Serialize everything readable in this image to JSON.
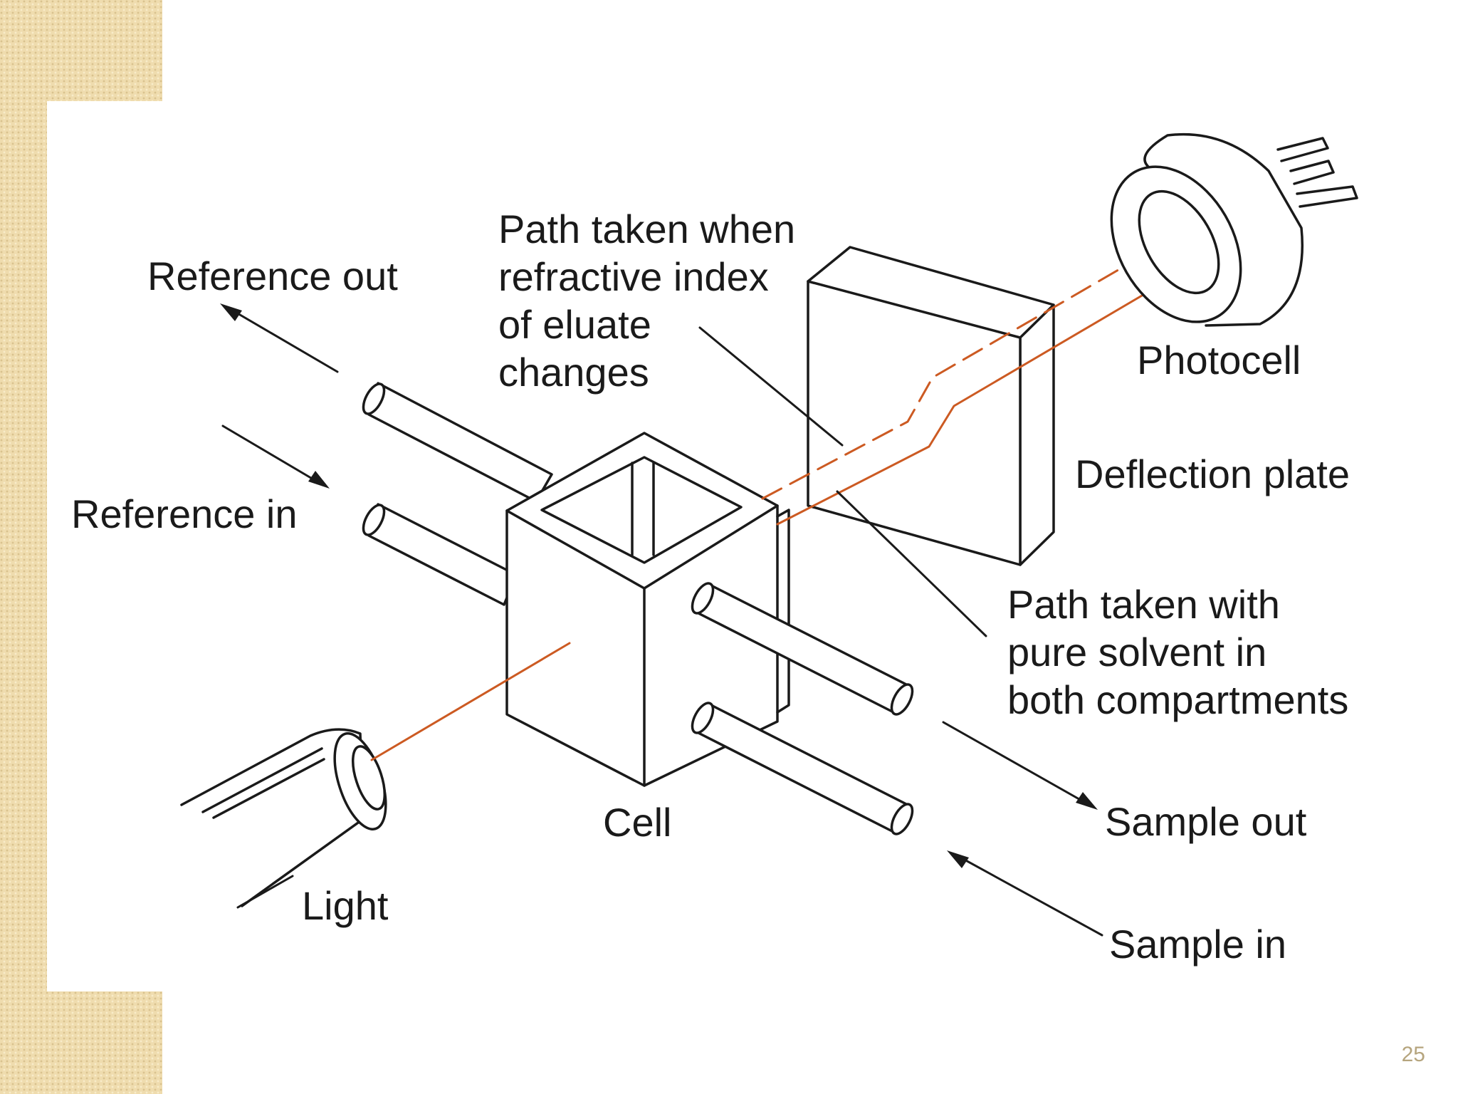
{
  "slide": {
    "number": "25"
  },
  "colors": {
    "background": "#ffffff",
    "texture": "#efdcae",
    "outline": "#1a1a1a",
    "beam": "#cc5a22",
    "slide_number": "#b6a57e"
  },
  "labels": {
    "reference_out": "Reference out",
    "reference_in": "Reference in",
    "path_changed": "Path taken when\nrefractive index\nof eluate\nchanges",
    "photocell": "Photocell",
    "deflection_plate": "Deflection plate",
    "path_pure": "Path taken with\npure solvent in\nboth compartments",
    "cell": "Cell",
    "light": "Light",
    "sample_out": "Sample out",
    "sample_in": "Sample in"
  }
}
